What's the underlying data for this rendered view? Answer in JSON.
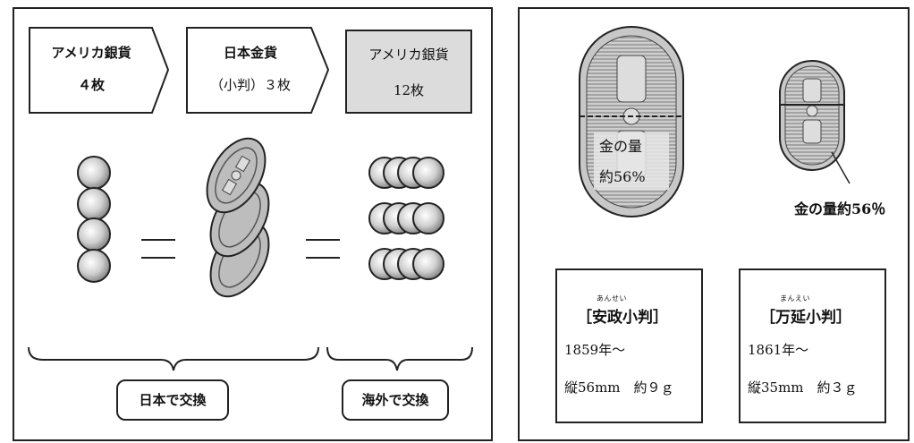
{
  "left": {
    "header1": {
      "line1": "アメリカ銀貨",
      "line2": "４枚"
    },
    "header2": {
      "line1": "日本金貨",
      "line2": "（小判）３枚"
    },
    "header3": {
      "line1": "アメリカ銀貨",
      "line2": "12枚"
    },
    "caption_japan": "日本で交換",
    "caption_abroad": "海外で交換"
  },
  "right": {
    "large_coin_label_line1": "金の量",
    "large_coin_label_line2": "約56%",
    "small_coin_label": "金の量約56％",
    "ansei": {
      "ruby": "あんせい",
      "name": "［安政小判］",
      "year": "1859年～",
      "spec": "縦56mm　約９ｇ"
    },
    "manen": {
      "ruby": "まんえい",
      "name": "［万延小判］",
      "year": "1861年～",
      "spec": "縦35mm　約３ｇ"
    }
  }
}
